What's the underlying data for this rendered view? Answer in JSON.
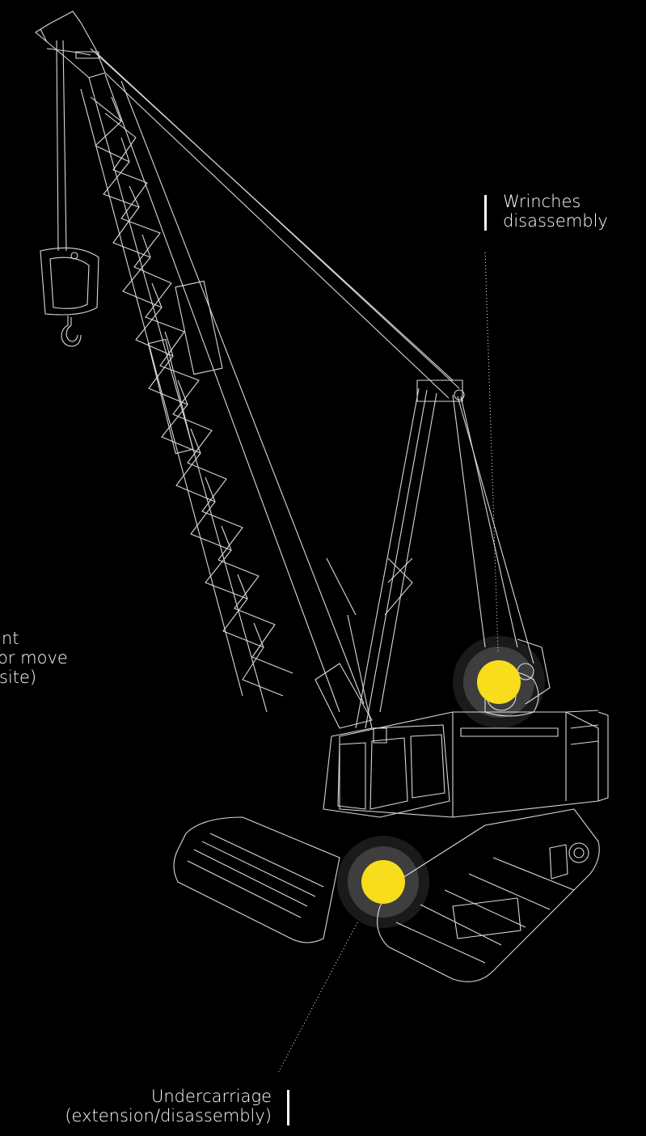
{
  "colors": {
    "background": "#000000",
    "line": "#d9d9d9",
    "accent": "#f7dd1c",
    "bar": "#ffffff"
  },
  "illustration": {
    "icon": "crawler-crane-icon"
  },
  "labels": {
    "wrinches": [
      "Wrinches",
      "disassembly"
    ],
    "undercarriage": [
      "Undercarriage",
      "(extension/disassembly)"
    ],
    "left_partial": [
      "nt",
      "or move",
      "site)"
    ]
  },
  "hotspots": [
    {
      "name": "hotspot-wrinches"
    },
    {
      "name": "hotspot-undercarriage"
    }
  ]
}
